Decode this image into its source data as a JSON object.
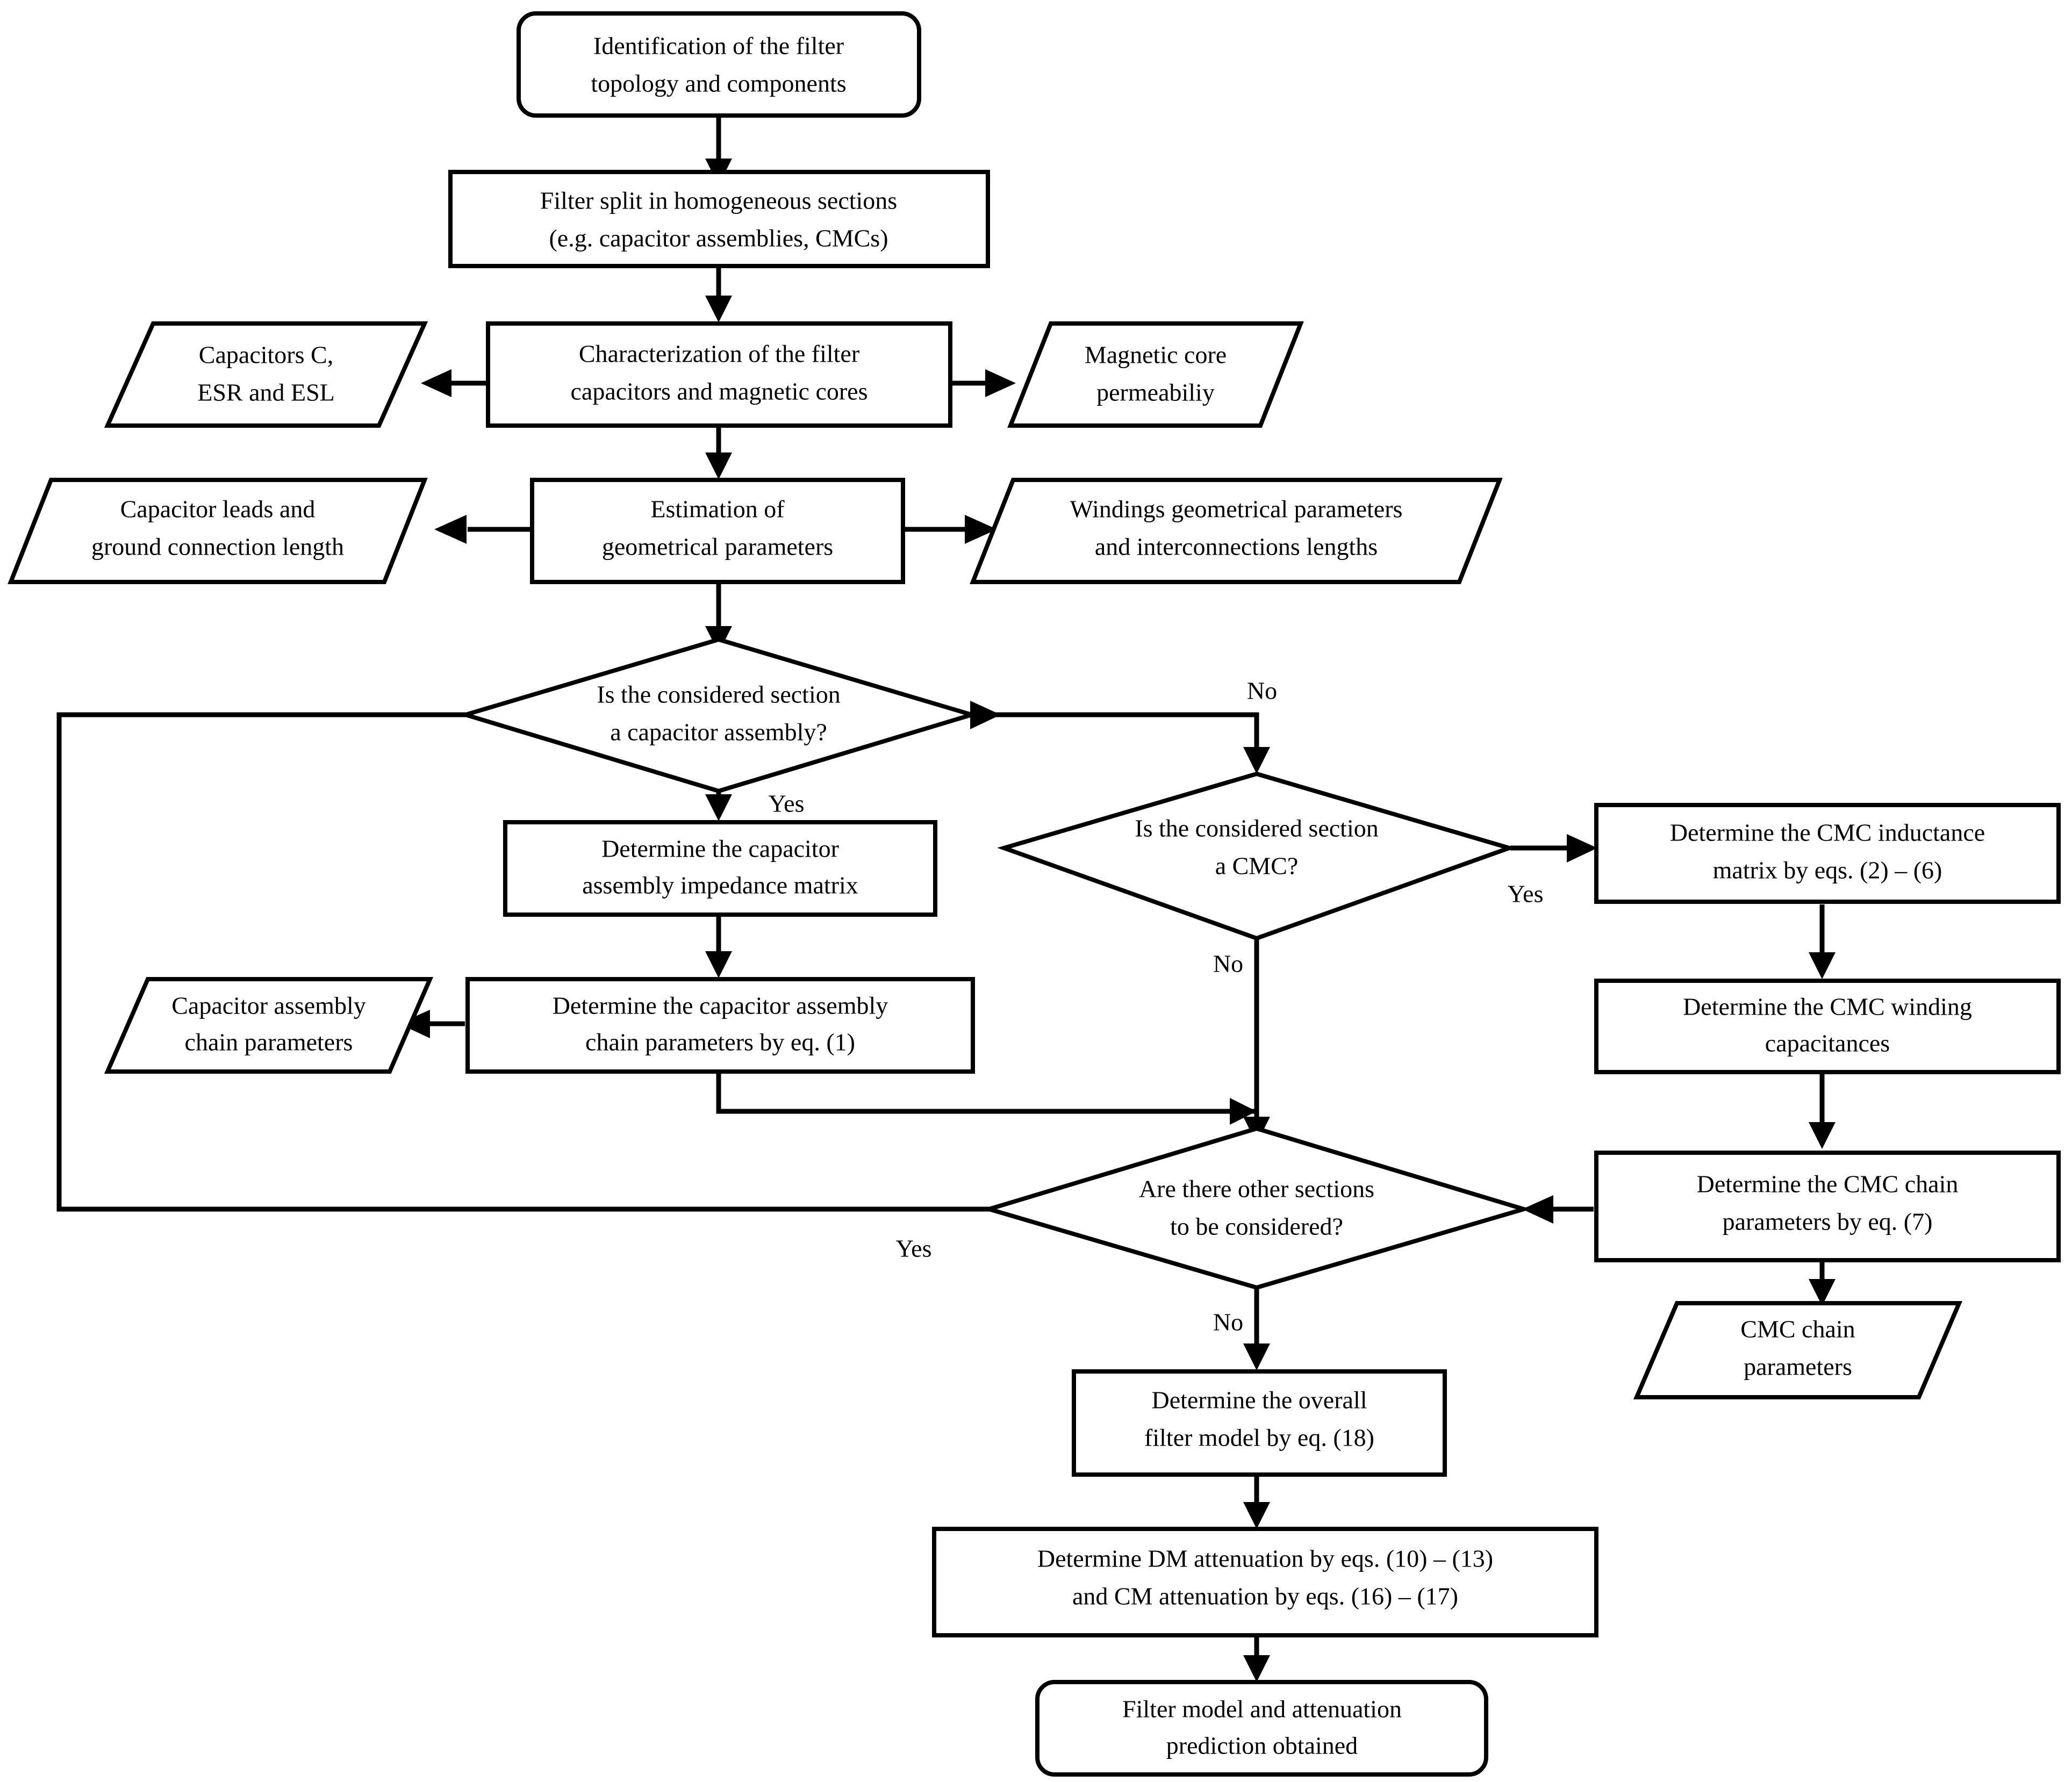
{
  "diagram": {
    "title": "EMI filter modelling procedure flowchart",
    "stroke_color": "#000000",
    "fill_color": "#ffffff",
    "background": "#ffffff"
  },
  "nodes": {
    "start": {
      "shape": "rounded-rectangle",
      "line1": "Identification of the filter",
      "line2": "topology and components"
    },
    "split": {
      "shape": "rectangle",
      "line1": "Filter split in homogeneous sections",
      "line2": "(e.g. capacitor assemblies, CMCs)"
    },
    "characterization": {
      "shape": "rectangle",
      "line1": "Characterization of the filter",
      "line2": "capacitors and magnetic cores"
    },
    "capacitors_data": {
      "shape": "parallelogram",
      "line1": "Capacitors C,",
      "line2": "ESR and ESL"
    },
    "core_permeability_data": {
      "shape": "parallelogram",
      "line1": "Magnetic core",
      "line2": "permeabiliy"
    },
    "estimation": {
      "shape": "rectangle",
      "line1": "Estimation of",
      "line2": "geometrical parameters"
    },
    "capacitor_leads_data": {
      "shape": "parallelogram",
      "line1": "Capacitor leads and",
      "line2": "ground connection length"
    },
    "windings_data": {
      "shape": "parallelogram",
      "line1": "Windings geometrical parameters",
      "line2": "and interconnections lengths"
    },
    "decision_capacitor_assembly": {
      "shape": "diamond",
      "line1": "Is the considered section",
      "line2": "a capacitor assembly?"
    },
    "cap_impedance_matrix": {
      "shape": "rectangle",
      "line1": "Determine the capacitor",
      "line2": "assembly impedance matrix"
    },
    "cap_chain_params": {
      "shape": "rectangle",
      "line1": "Determine the capacitor assembly",
      "line2": "chain parameters by eq. (1)"
    },
    "cap_chain_params_data": {
      "shape": "parallelogram",
      "line1": "Capacitor assembly",
      "line2": "chain parameters"
    },
    "decision_cmc": {
      "shape": "diamond",
      "line1": "Is the considered section",
      "line2": "a CMC?"
    },
    "cmc_inductance_matrix": {
      "shape": "rectangle",
      "line1": "Determine the CMC inductance",
      "line2": "matrix by eqs. (2) – (6)"
    },
    "cmc_winding_capacitances": {
      "shape": "rectangle",
      "line1": "Determine the CMC winding",
      "line2": "capacitances"
    },
    "cmc_chain_params": {
      "shape": "rectangle",
      "line1": "Determine the CMC chain",
      "line2": "parameters by eq. (7)"
    },
    "cmc_chain_params_data": {
      "shape": "parallelogram",
      "line1": "CMC chain",
      "line2": "parameters"
    },
    "decision_other_sections": {
      "shape": "diamond",
      "line1": "Are there other sections",
      "line2": "to be considered?"
    },
    "overall_filter_model": {
      "shape": "rectangle",
      "line1": "Determine the overall",
      "line2": "filter model by eq. (18)"
    },
    "attenuation": {
      "shape": "rectangle",
      "line1": "Determine DM attenuation by eqs. (10) – (13)",
      "line2": "and CM attenuation by eqs. (16) – (17)"
    },
    "end": {
      "shape": "rounded-rectangle",
      "line1": "Filter model and attenuation",
      "line2": "prediction obtained"
    }
  },
  "edge_labels": {
    "cap_assembly_no": "No",
    "cap_assembly_yes": "Yes",
    "cmc_yes": "Yes",
    "cmc_no": "No",
    "other_sections_yes": "Yes",
    "other_sections_no": "No"
  }
}
